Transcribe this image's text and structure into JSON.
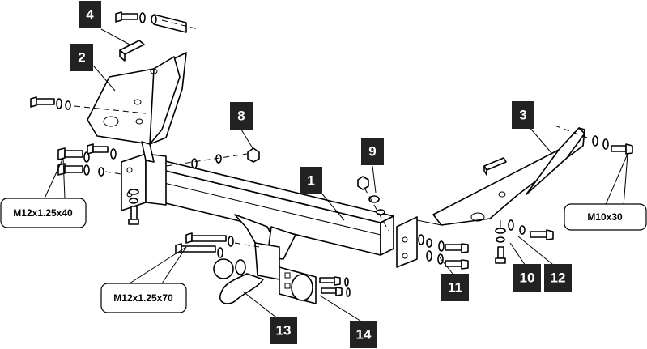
{
  "part_badges": [
    {
      "id": "badge-4",
      "label": "4"
    },
    {
      "id": "badge-2",
      "label": "2"
    },
    {
      "id": "badge-8",
      "label": "8"
    },
    {
      "id": "badge-9",
      "label": "9"
    },
    {
      "id": "badge-1",
      "label": "1"
    },
    {
      "id": "badge-3",
      "label": "3"
    },
    {
      "id": "badge-11",
      "label": "11"
    },
    {
      "id": "badge-10",
      "label": "10"
    },
    {
      "id": "badge-12",
      "label": "12"
    },
    {
      "id": "badge-13",
      "label": "13"
    },
    {
      "id": "badge-14",
      "label": "14"
    }
  ],
  "bolt_specs": {
    "left_upper": "M12x1.25x40",
    "left_lower": "M12x1.25x70",
    "right": "M10x30"
  },
  "colors": {
    "badge_fill": "#222222",
    "badge_text": "#ffffff",
    "line": "#000000",
    "background": "#ffffff"
  }
}
